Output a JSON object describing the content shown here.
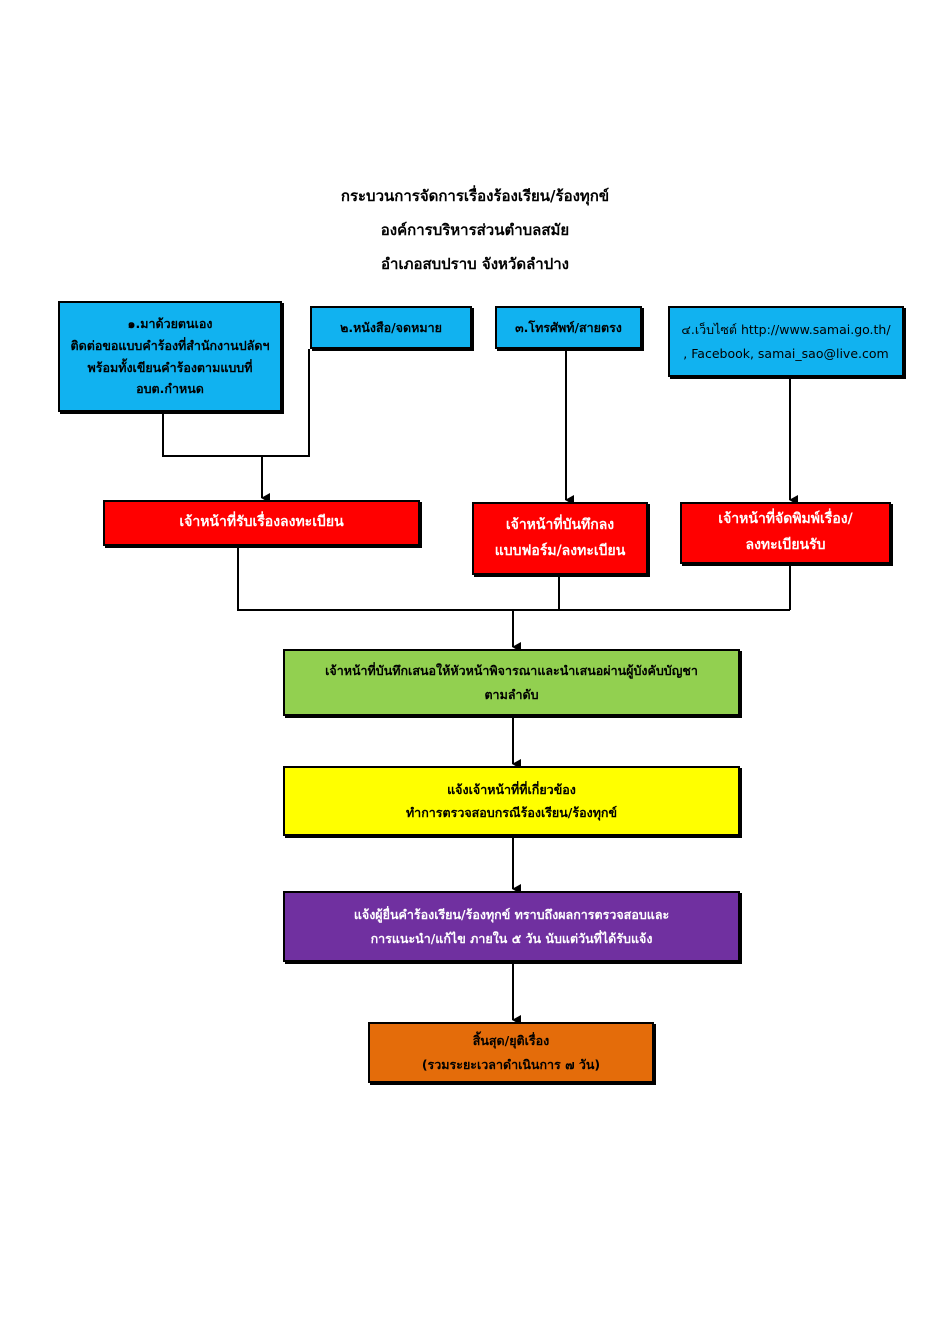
{
  "header": {
    "line1": "กระบวนการจัดการเรื่องร้องเรียน/ร้องทุกข์",
    "line2": "องค์การบริหารส่วนตำบลสมัย",
    "line3": "อำเภอสบปราบ  จังหวัดลำปาง"
  },
  "channels": {
    "walk_in": {
      "line1": "๑.มาด้วยตนเอง",
      "line2": "ติดต่อขอแบบคำร้องที่สำนักงานปลัดฯ",
      "line3": "พร้อมทั้งเขียนคำร้องตามแบบที่",
      "line4": "อบต.กำหนด"
    },
    "letter": {
      "line1": "๒.หนังสือ/จดหมาย"
    },
    "phone": {
      "line1": "๓.โทรศัพท์/สายตรง"
    },
    "website": {
      "line1": "๔.เว็บไซต์ http://www.samai.go.th/",
      "line2": ", Facebook, samai_sao@live.com"
    }
  },
  "officers": {
    "registrar": {
      "line1": "เจ้าหน้าที่รับเรื่องลงทะเบียน"
    },
    "phone_recorder": {
      "line1": "เจ้าหน้าที่บันทึกลง",
      "line2": "แบบฟอร์ม/ลงทะเบียน"
    },
    "web_printer": {
      "line1": "เจ้าหน้าที่จัดพิมพ์เรื่อง/",
      "line2": "ลงทะเบียนรับ"
    }
  },
  "steps": {
    "propose": {
      "line1": "เจ้าหน้าที่บันทึกเสนอให้หัวหน้าพิจารณาและนำเสนอผ่านผู้บังคับบัญชา",
      "line2": "ตามลำดับ"
    },
    "notify_officer": {
      "line1": "แจ้งเจ้าหน้าที่ที่เกี่ยวข้อง",
      "line2": "ทำการตรวจสอบกรณีร้องเรียน/ร้องทุกข์"
    },
    "notify_complainant": {
      "line1": "แจ้งผู้ยื่นคำร้องเรียน/ร้องทุกข์ ทราบถึงผลการตรวจสอบและ",
      "line2": "การแนะนำ/แก้ไข ภายใน ๕ วัน นับแต่วันที่ได้รับแจ้ง"
    },
    "end": {
      "line1": "สิ้นสุด/ยุติเรื่อง",
      "line2": "(รวมระยะเวลาดำเนินการ ๗ วัน)"
    }
  },
  "colors": {
    "channel": "#11b2f0",
    "officer": "#ff0000",
    "propose": "#92d050",
    "notify_officer": "#ffff00",
    "notify_complainant": "#7030a0",
    "end": "#e46c0a"
  }
}
